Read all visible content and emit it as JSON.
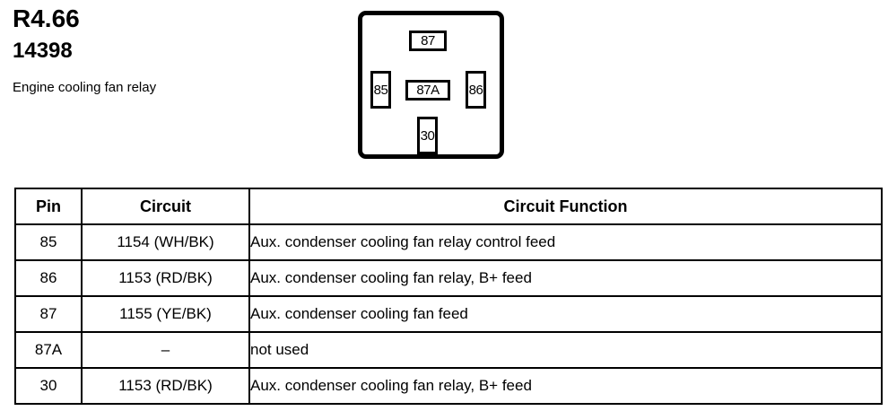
{
  "header": {
    "relay_code": "R4.66",
    "part_number": "14398",
    "description": "Engine cooling fan relay"
  },
  "relay_diagram": {
    "terminals": [
      {
        "id": "87",
        "label": "87",
        "position": "top"
      },
      {
        "id": "85",
        "label": "85",
        "position": "left"
      },
      {
        "id": "87A",
        "label": "87A",
        "position": "center"
      },
      {
        "id": "86",
        "label": "86",
        "position": "right"
      },
      {
        "id": "30",
        "label": "30",
        "position": "bottom"
      }
    ]
  },
  "table": {
    "headers": {
      "pin": "Pin",
      "circuit": "Circuit",
      "function": "Circuit Function"
    },
    "rows": [
      {
        "pin": "85",
        "circuit": "1154 (WH/BK)",
        "function": "Aux. condenser cooling fan relay control feed"
      },
      {
        "pin": "86",
        "circuit": "1153 (RD/BK)",
        "function": "Aux. condenser cooling fan relay, B+ feed"
      },
      {
        "pin": "87",
        "circuit": "1155 (YE/BK)",
        "function": "Aux. condenser cooling fan feed"
      },
      {
        "pin": "87A",
        "circuit": "–",
        "function": "not used"
      },
      {
        "pin": "30",
        "circuit": "1153 (RD/BK)",
        "function": "Aux. condenser cooling fan relay, B+ feed"
      }
    ]
  },
  "colors": {
    "ink": "#000000",
    "background": "#ffffff"
  }
}
